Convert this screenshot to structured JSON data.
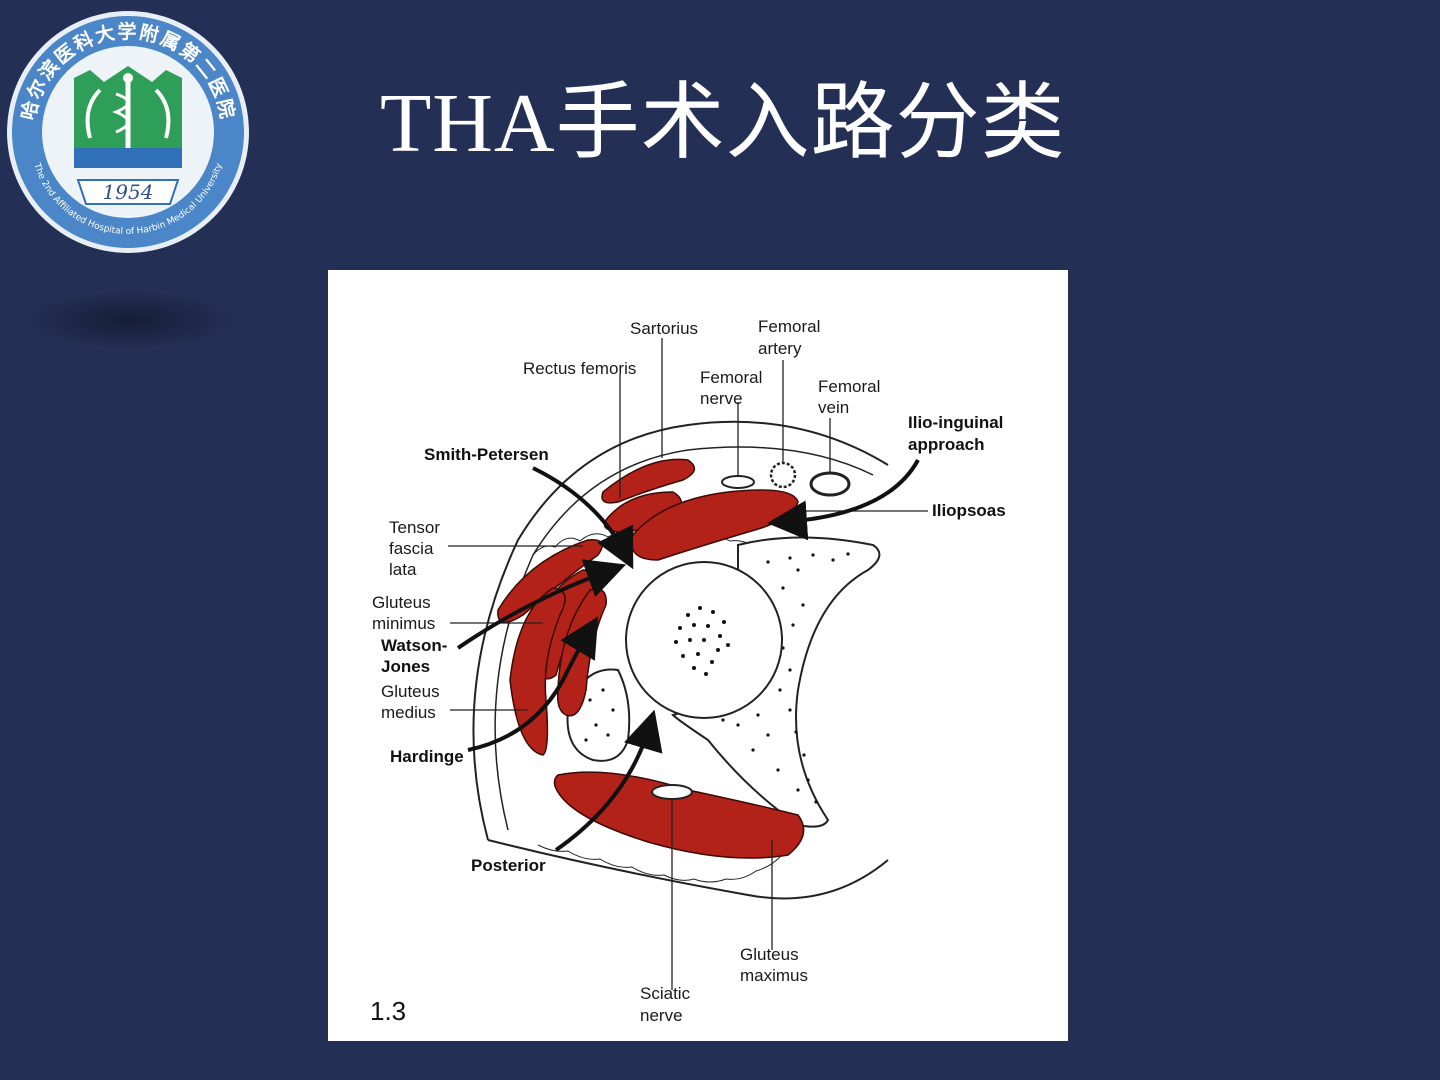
{
  "slide": {
    "title": "THA手术入路分类"
  },
  "logo": {
    "ring_text_top": "哈尔滨医科大学附属第二医院",
    "ring_text_bottom": "The 2nd Affiliated Hospital of Harbin Medical University",
    "year": "1954",
    "colors": {
      "ring": "#4a86c8",
      "inner": "#2f9e58",
      "ribbon": "#2f70b8"
    }
  },
  "figure": {
    "number": "1.3",
    "labels": {
      "sartorius": "Sartorius",
      "femoral_artery_1": "Femoral",
      "femoral_artery_2": "artery",
      "rectus_femoris": "Rectus femoris",
      "femoral_nerve_1": "Femoral",
      "femoral_nerve_2": "nerve",
      "femoral_vein_1": "Femoral",
      "femoral_vein_2": "vein",
      "ilio_inguinal_1": "Ilio-inguinal",
      "ilio_inguinal_2": "approach",
      "smith_petersen": "Smith-Petersen",
      "iliopsoas": "Iliopsoas",
      "tensor_1": "Tensor",
      "tensor_2": "fascia",
      "tensor_3": "lata",
      "gluteus_minimus_1": "Gluteus",
      "gluteus_minimus_2": "minimus",
      "watson_jones_1": "Watson-",
      "watson_jones_2": "Jones",
      "gluteus_medius_1": "Gluteus",
      "gluteus_medius_2": "medius",
      "hardinge": "Hardinge",
      "posterior": "Posterior",
      "gluteus_maximus_1": "Gluteus",
      "gluteus_maximus_2": "maximus",
      "sciatic_1": "Sciatic",
      "sciatic_2": "nerve"
    },
    "colors": {
      "muscle": "#b32218",
      "bone_dots": "#111111"
    }
  }
}
